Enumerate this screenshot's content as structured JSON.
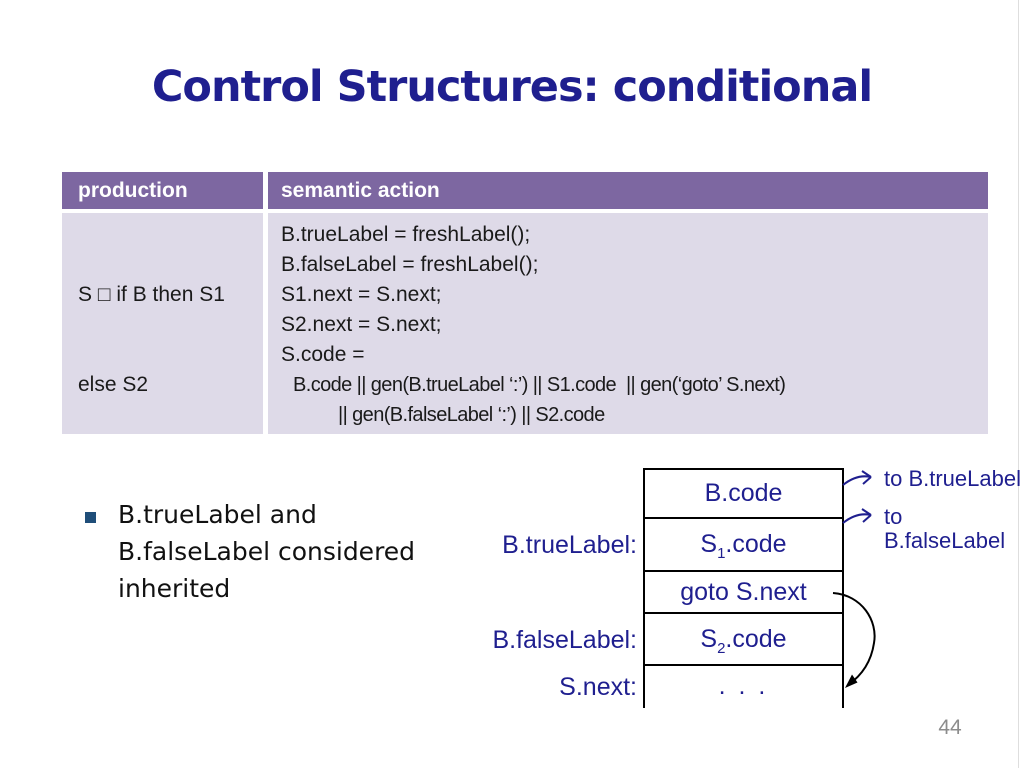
{
  "slide": {
    "title": "Control Structures: conditional",
    "page_number": "44"
  },
  "table": {
    "headers": [
      "production",
      "semantic action"
    ],
    "row": {
      "production_lines": [
        "S □ if B then S1",
        "else S2"
      ],
      "action_lines": [
        "B.trueLabel = freshLabel();",
        "B.falseLabel = freshLabel();",
        "S1.next = S.next;",
        "S2.next = S.next;",
        "S.code =",
        "B.code || gen(B.trueLabel ‘:’) || S1.code  || gen(‘goto’ S.next)",
        "|| gen(B.falseLabel ‘:’) || S2.code"
      ]
    },
    "colors": {
      "header_bg": "#7D67A1",
      "body_bg": "#DEDAE8",
      "header_text": "#FFFFFF"
    }
  },
  "bullet": {
    "lines": [
      "B.trueLabel and",
      "B.falseLabel considered",
      "inherited"
    ]
  },
  "diagram": {
    "boxes": [
      {
        "pre": "B.code",
        "sub": "",
        "post": ""
      },
      {
        "pre": "S",
        "sub": "1",
        "post": ".code"
      },
      {
        "pre": "goto S.next",
        "sub": "",
        "post": ""
      },
      {
        "pre": "S",
        "sub": "2",
        "post": ".code"
      },
      {
        "pre": ". . .",
        "sub": "",
        "post": ""
      }
    ],
    "left_labels": [
      "B.trueLabel:",
      "B.falseLabel:",
      "S.next:"
    ],
    "right_annotations": [
      "to B.trueLabel",
      "to B.falseLabel"
    ],
    "text_color": "#1F1F8F",
    "line_color": "#000000"
  },
  "colors": {
    "title": "#1F1F8F",
    "bullet_square": "#1F4E79",
    "page_number": "#8C8C8C"
  }
}
